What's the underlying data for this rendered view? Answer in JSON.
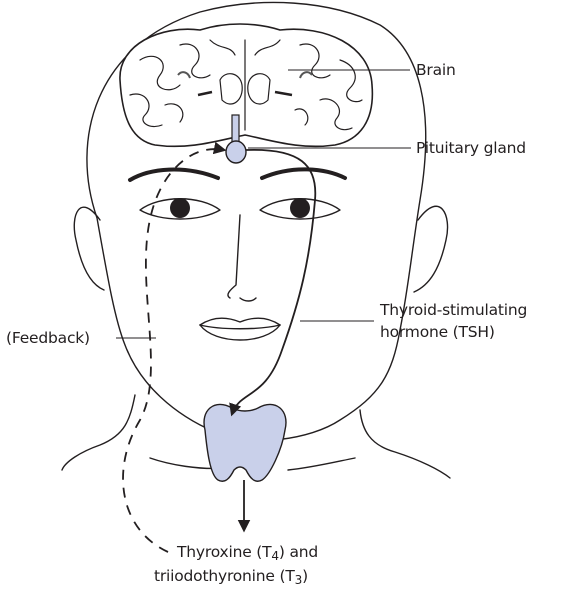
{
  "labels": {
    "brain": "Brain",
    "pituitary": "Pituitary gland",
    "tsh_line1": "Thyroid-stimulating",
    "tsh_line2": "hormone (TSH)",
    "feedback": "(Feedback)",
    "t4_prefix": "Thyroxine (T",
    "t4_sub": "4",
    "t4_suffix": ") and",
    "t3_prefix": "triiodothyronine (T",
    "t3_sub": "3",
    "t3_suffix": ")"
  },
  "colors": {
    "gland_fill": "#c9d0ea",
    "line": "#231f20"
  }
}
